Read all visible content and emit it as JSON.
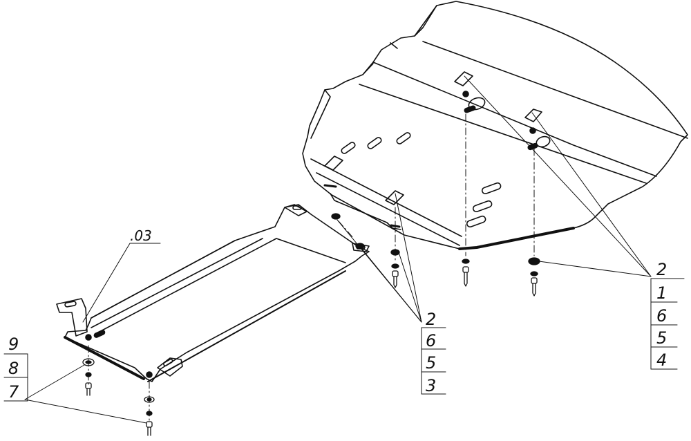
{
  "diagram": {
    "ink_color": "#111111",
    "background": "#ffffff",
    "labels": {
      "part_03": ".03",
      "right_stack": [
        "2",
        "1",
        "6",
        "5",
        "4"
      ],
      "middle_stack": [
        "2",
        "6",
        "5",
        "3"
      ],
      "left_stack": [
        "9",
        "8",
        "7"
      ]
    }
  }
}
